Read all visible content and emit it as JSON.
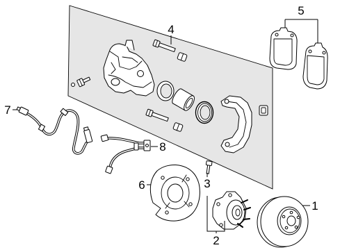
{
  "callouts": [
    "1",
    "2",
    "3",
    "4",
    "5",
    "6",
    "7",
    "8"
  ],
  "colors": {
    "background": "#ffffff",
    "panel": "#e6e6e6",
    "line": "#000000"
  }
}
